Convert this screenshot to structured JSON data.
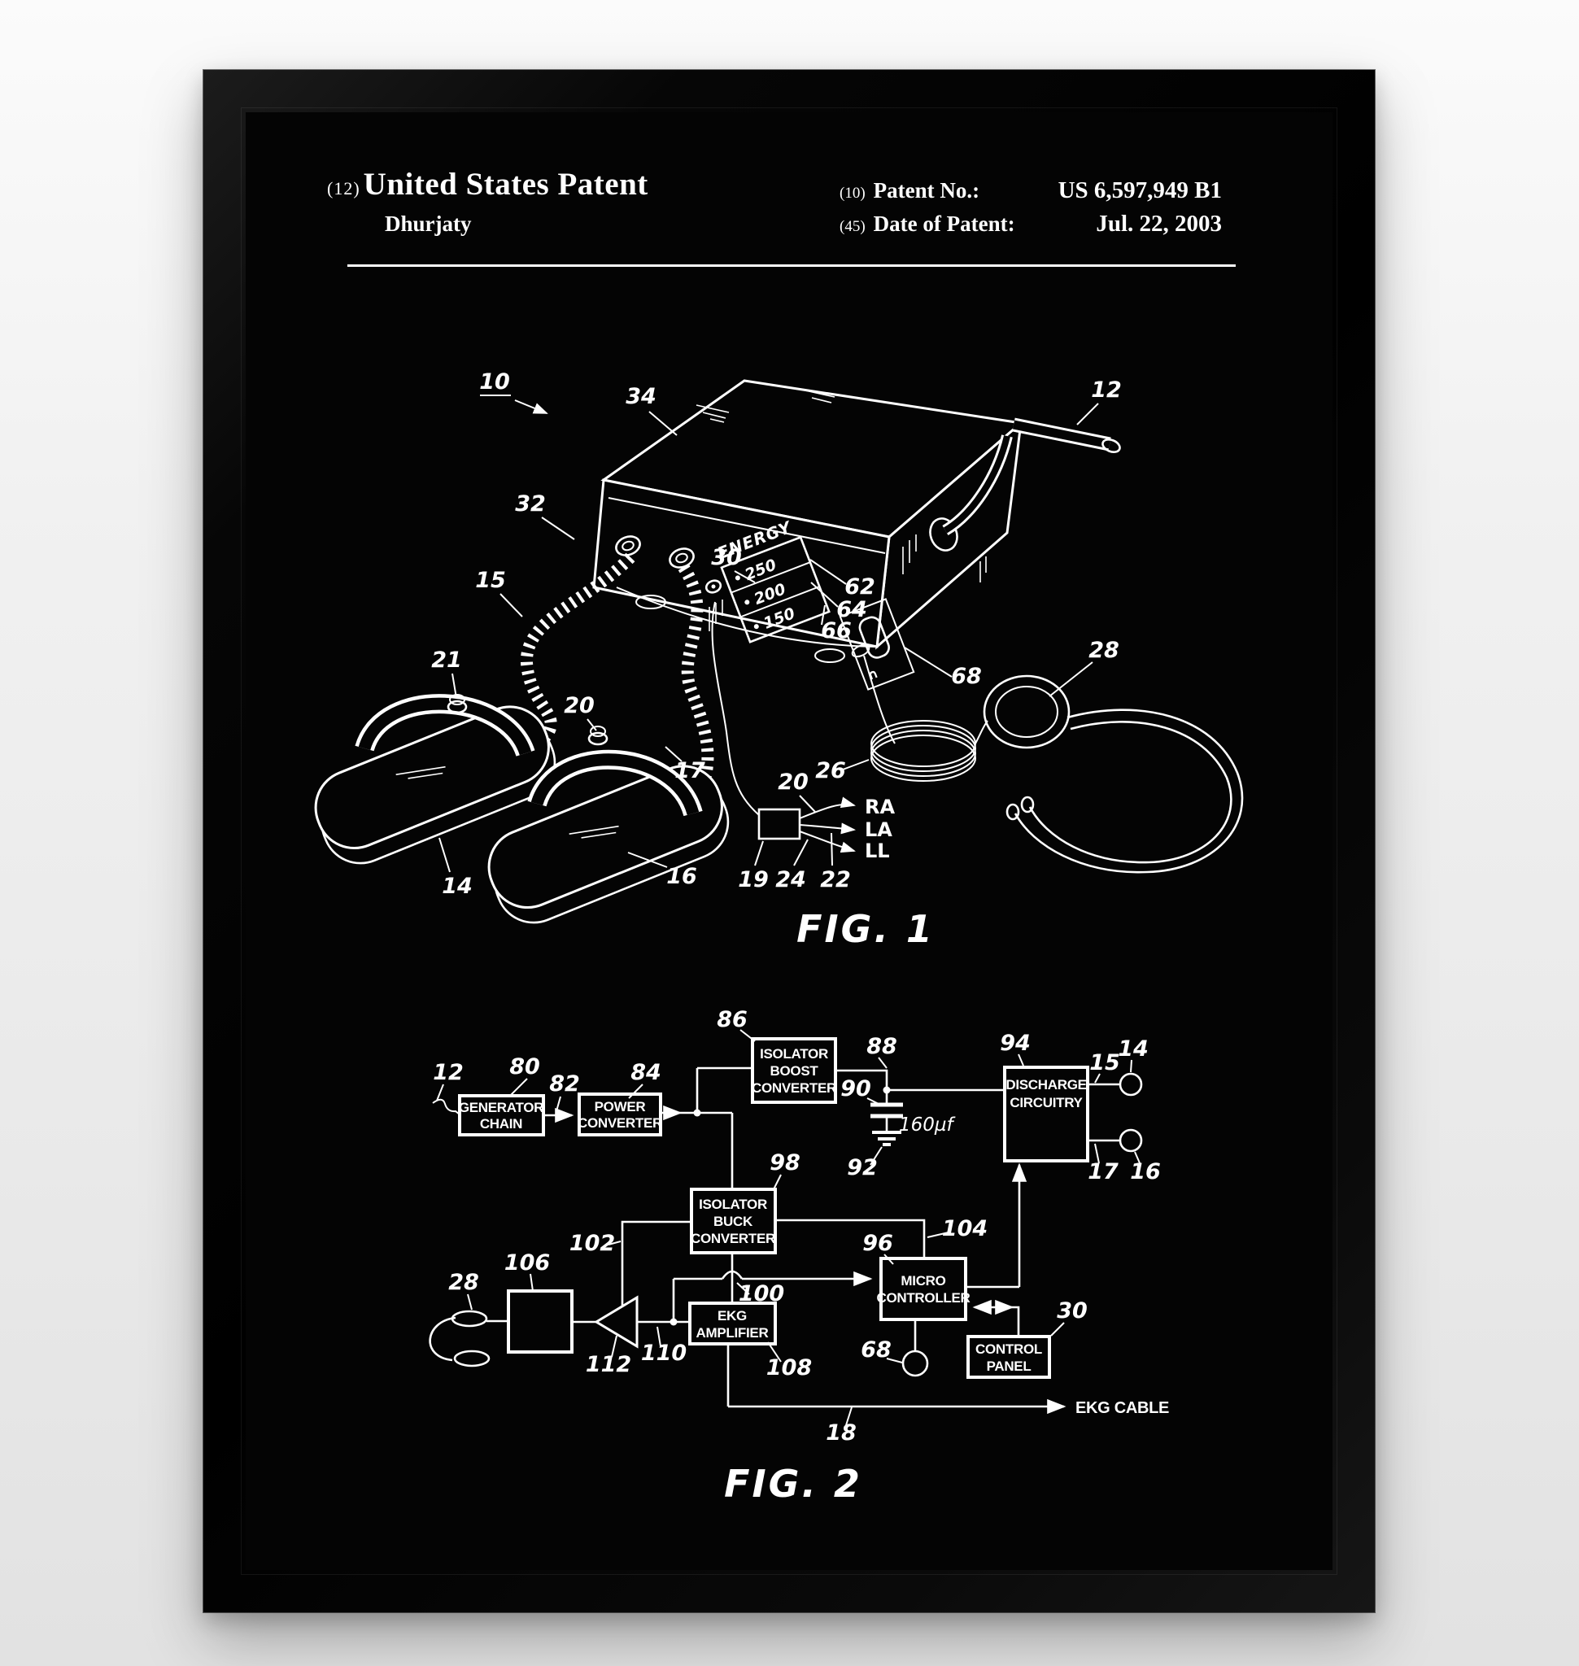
{
  "colors": {
    "wall": "#efefef",
    "frame": "#0a0a0a",
    "poster": "#040404",
    "ink": "#ffffff"
  },
  "header": {
    "code12": "(12)",
    "title": "United States Patent",
    "inventor": "Dhurjaty",
    "code10": "(10)",
    "patent_no_label": "Patent No.:",
    "patent_no": "US 6,597,949 B1",
    "code45": "(45)",
    "date_label": "Date of Patent:",
    "date": "Jul. 22, 2003"
  },
  "fig1": {
    "caption": "FIG. 1",
    "energy": {
      "title": "ENERGY",
      "values": [
        "250",
        "200",
        "150"
      ]
    },
    "switch_symbol": "∩",
    "leads": {
      "ra": "RA",
      "la": "LA",
      "ll": "LL"
    },
    "refs": {
      "n10": "10",
      "n34": "34",
      "n12": "12",
      "n32": "32",
      "n15": "15",
      "n30": "30",
      "n62": "62",
      "n64": "64",
      "n66": "66",
      "n68": "68",
      "n28": "28",
      "n26": "26",
      "n21": "21",
      "n20_paddle": "20",
      "n20_leads": "20",
      "n17": "17",
      "n19": "19",
      "n24": "24",
      "n22": "22",
      "n14": "14",
      "n16": "16"
    }
  },
  "fig2": {
    "caption": "FIG. 2",
    "blocks": {
      "generator_chain": [
        "GENERATOR",
        "CHAIN"
      ],
      "power_converter": [
        "POWER",
        "CONVERTER"
      ],
      "isolator_boost_converter": [
        "ISOLATOR",
        "BOOST",
        "CONVERTER"
      ],
      "discharge_circuitry": [
        "DISCHARGE",
        "CIRCUITRY"
      ],
      "isolator_buck_converter": [
        "ISOLATOR",
        "BUCK",
        "CONVERTER"
      ],
      "micro_controller": [
        "MICRO",
        "CONTROLLER"
      ],
      "ekg_amplifier": [
        "EKG",
        "AMPLIFIER"
      ],
      "control_panel": [
        "CONTROL",
        "PANEL"
      ]
    },
    "capacitor_value": "160µf",
    "ekg_cable": "EKG CABLE",
    "refs": {
      "n12": "12",
      "n80": "80",
      "n82": "82",
      "n84": "84",
      "n86": "86",
      "n88": "88",
      "n90": "90",
      "n92": "92",
      "n94": "94",
      "n15": "15",
      "n14": "14",
      "n17": "17",
      "n16": "16",
      "n98": "98",
      "n102": "102",
      "n104": "104",
      "n96": "96",
      "n106": "106",
      "n28": "28",
      "n100": "100",
      "n110": "110",
      "n112": "112",
      "n108": "108",
      "n68": "68",
      "n30": "30",
      "n18": "18"
    }
  }
}
